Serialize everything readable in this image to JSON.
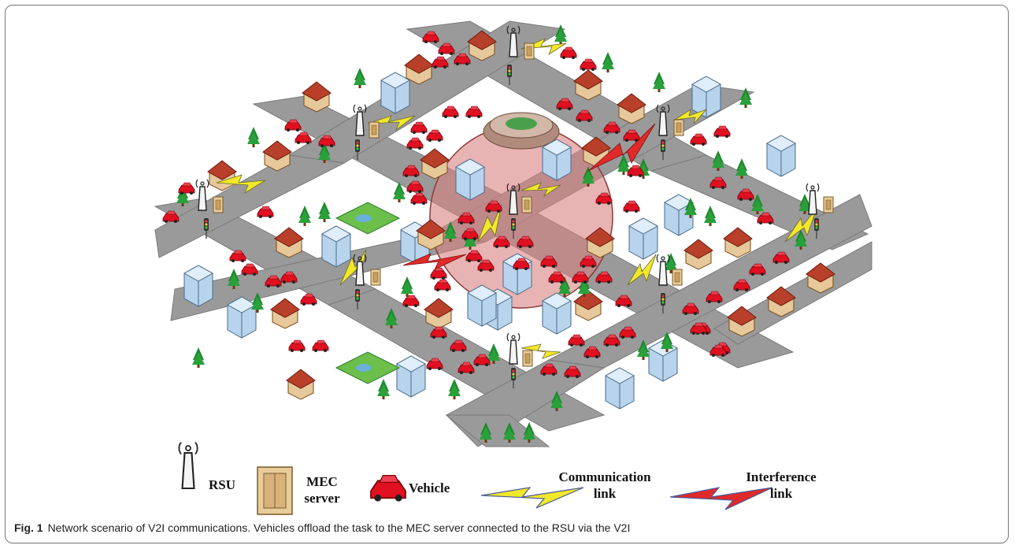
{
  "legend": {
    "rsu": "RSU",
    "mec_line1": "MEC",
    "mec_line2": "server",
    "vehicle": "Vehicle",
    "comm_line1": "Communication",
    "comm_line2": "link",
    "interf_line1": "Interference",
    "interf_line2": "link"
  },
  "caption": {
    "label": "Fig. 1",
    "text": "Network scenario of V2I communications. Vehicles offload the task to the MEC server connected to the RSU via the V2I"
  },
  "colors": {
    "road": "#9a9a9a",
    "vehicle": "#e01020",
    "communication_link": "#f2e82a",
    "interference_link": "#e02a2a",
    "coverage_area": "#d98080",
    "tree": "#1f8a2e"
  }
}
